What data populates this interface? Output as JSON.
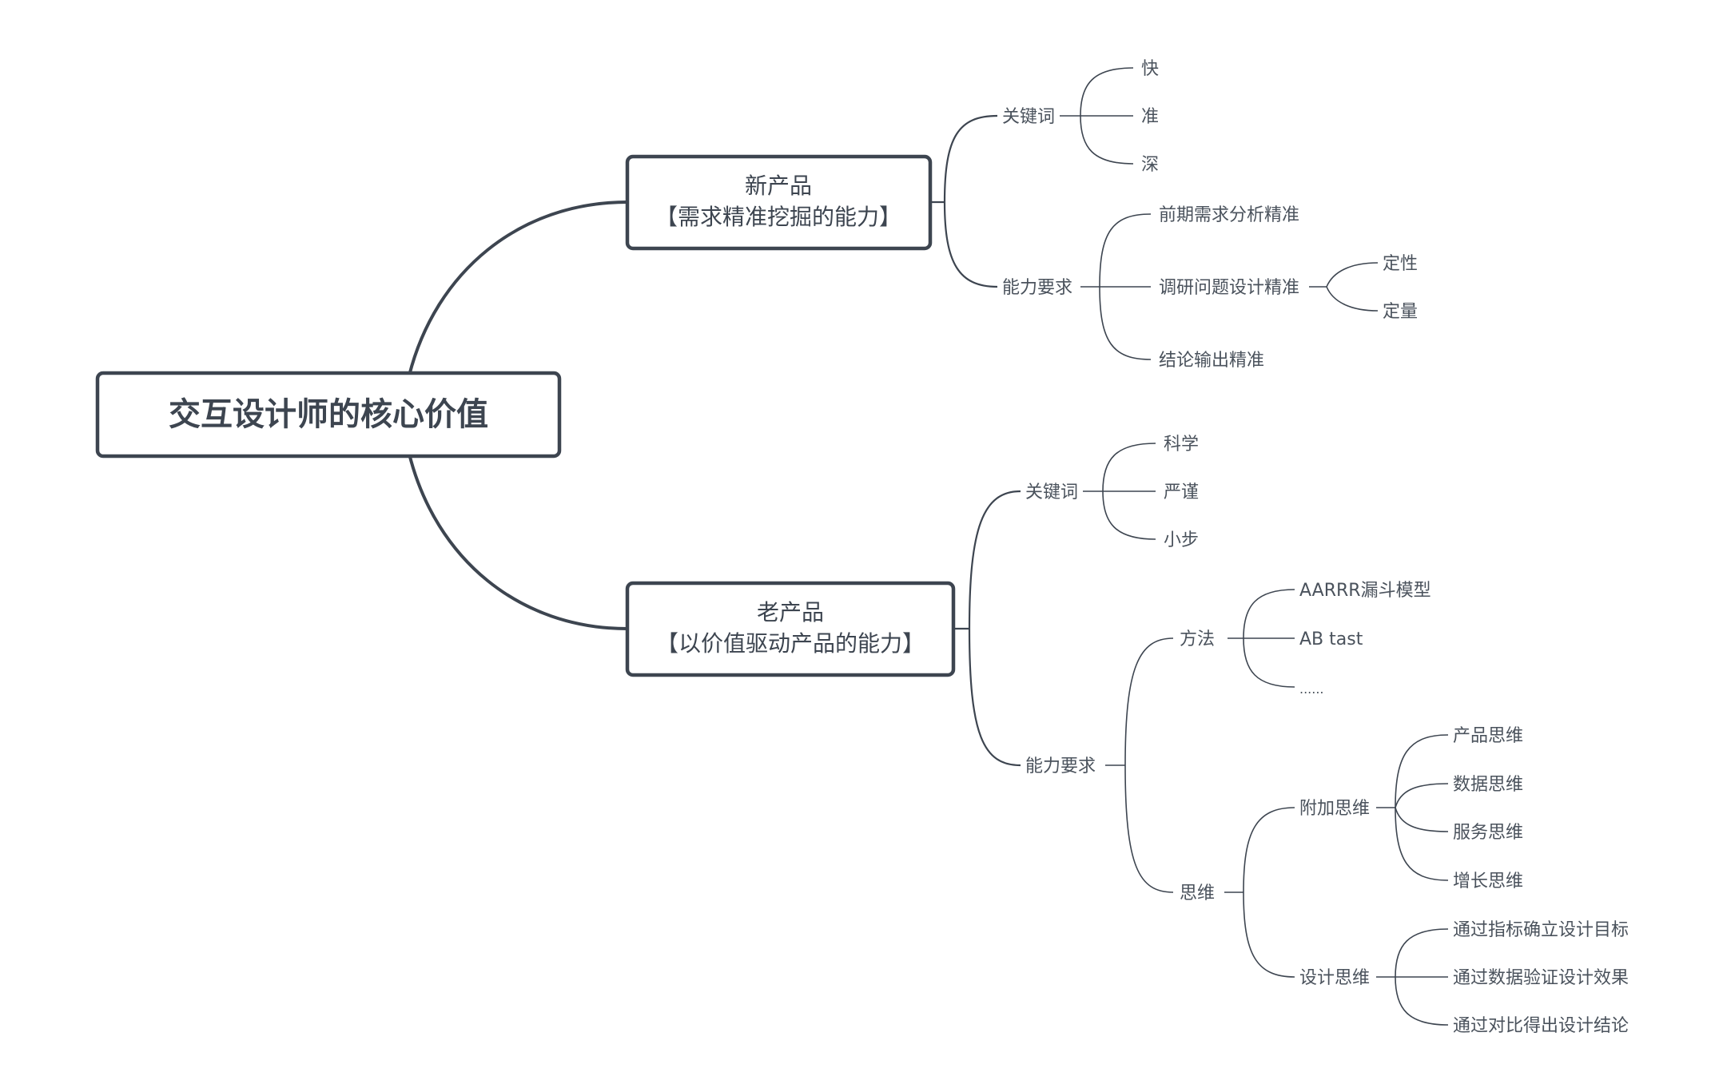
{
  "root": {
    "label": "交互设计师的核心价值"
  },
  "branch_new": {
    "line1": "新产品",
    "line2": "【需求精准挖掘的能力】",
    "keywords": {
      "label": "关键词",
      "items": [
        "快",
        "准",
        "深"
      ]
    },
    "requirements": {
      "label": "能力要求",
      "item_analysis": "前期需求分析精准",
      "item_research": {
        "label": "调研问题设计精准",
        "items": [
          "定性",
          "定量"
        ]
      },
      "item_conclusion": "结论输出精准"
    }
  },
  "branch_old": {
    "line1": "老产品",
    "line2": "【以价值驱动产品的能力】",
    "keywords": {
      "label": "关键词",
      "items": [
        "科学",
        "严谨",
        "小步"
      ]
    },
    "requirements": {
      "label": "能力要求",
      "method": {
        "label": "方法",
        "items": [
          "AARRR漏斗模型",
          "AB tast",
          "......"
        ]
      },
      "thinking": {
        "label": "思维",
        "extra": {
          "label": "附加思维",
          "items": [
            "产品思维",
            "数据思维",
            "服务思维",
            "增长思维"
          ]
        },
        "design": {
          "label": "设计思维",
          "items": [
            "通过指标确立设计目标",
            "通过数据验证设计效果",
            "通过对比得出设计结论"
          ]
        }
      }
    }
  }
}
